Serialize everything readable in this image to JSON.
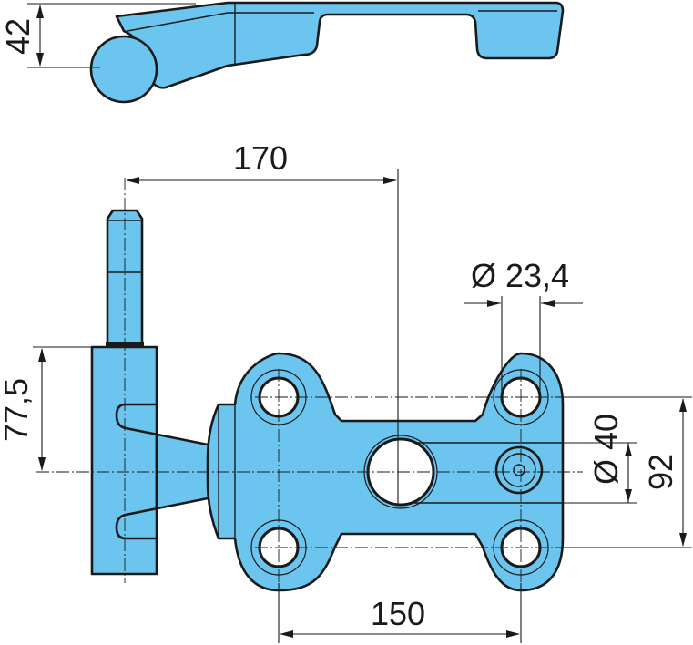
{
  "dimensions": {
    "side_height": "42",
    "pin_offset": "170",
    "hole_diameter": "Ø 23,4",
    "pin_height": "77,5",
    "hub_diameter": "Ø 40",
    "vertical_spacing": "92",
    "horizontal_spacing": "150"
  },
  "colors": {
    "part_fill": "#6cc5ee",
    "outline": "#1a1a1a",
    "background": "#ffffff"
  }
}
